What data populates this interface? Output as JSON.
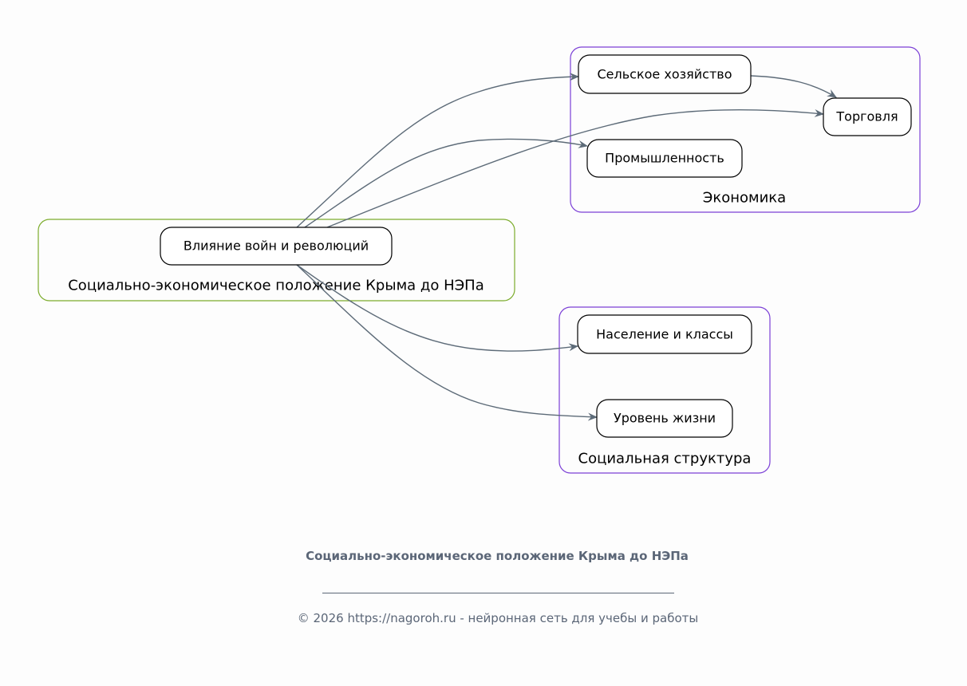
{
  "diagram": {
    "clusters": {
      "main": {
        "label": "Социально-экономическое положение Крыма до НЭПа",
        "color": "#7cac2c"
      },
      "economy": {
        "label": "Экономика",
        "color": "#7b3fd6"
      },
      "social": {
        "label": "Социальная структура",
        "color": "#7b3fd6"
      }
    },
    "nodes": {
      "wars": "Влияние войн и революций",
      "agriculture": "Сельское хозяйство",
      "trade": "Торговля",
      "industry": "Промышленность",
      "population": "Население и классы",
      "living": "Уровень жизни"
    },
    "edges": [
      {
        "from": "wars",
        "to": "agriculture"
      },
      {
        "from": "wars",
        "to": "industry"
      },
      {
        "from": "wars",
        "to": "trade"
      },
      {
        "from": "agriculture",
        "to": "trade"
      },
      {
        "from": "wars",
        "to": "population"
      },
      {
        "from": "wars",
        "to": "living"
      }
    ],
    "edge_color": "#5d6b78"
  },
  "footer": {
    "title": "Социально-экономическое положение Крыма до НЭПа",
    "copyright": "© 2026 https://nagoroh.ru - нейронная сеть для учебы и работы"
  }
}
